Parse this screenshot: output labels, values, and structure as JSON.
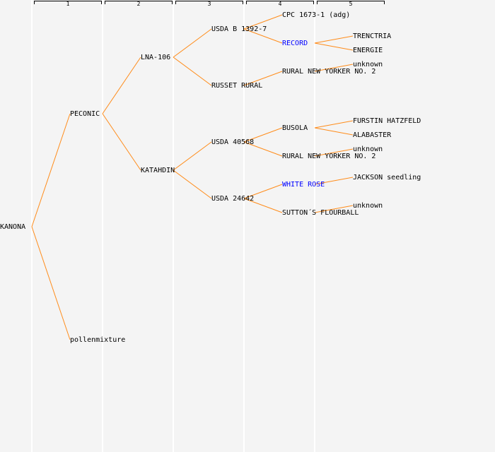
{
  "generations": [
    "1",
    "2",
    "3",
    "4",
    "5"
  ],
  "colors": {
    "line": "#ff8c1a",
    "link": "#0000ff",
    "text": "#000000"
  },
  "nodes": [
    {
      "label": "KANONA",
      "gen": 0,
      "parent": null
    },
    {
      "label": "PECONIC",
      "gen": 1,
      "parent": 0
    },
    {
      "label": "pollenmixture",
      "gen": 1,
      "parent": 0
    },
    {
      "label": "LNA-106",
      "gen": 2,
      "parent": 1
    },
    {
      "label": "KATAHDIN",
      "gen": 2,
      "parent": 1
    },
    {
      "label": "USDA B 1392-7",
      "gen": 3,
      "parent": 3
    },
    {
      "label": "RUSSET RURAL",
      "gen": 3,
      "parent": 3
    },
    {
      "label": "USDA 40568",
      "gen": 3,
      "parent": 4
    },
    {
      "label": "USDA 24642",
      "gen": 3,
      "parent": 4
    },
    {
      "label": "CPC 1673-1 (adg)",
      "gen": 4,
      "parent": 5
    },
    {
      "label": "RECORD",
      "gen": 4,
      "parent": 5,
      "link": true
    },
    {
      "label": "RURAL NEW YORKER NO. 2",
      "gen": 4,
      "parent": 6
    },
    {
      "label": "BUSOLA",
      "gen": 4,
      "parent": 7
    },
    {
      "label": "RURAL NEW YORKER NO. 2",
      "gen": 4,
      "parent": 7
    },
    {
      "label": "WHITE ROSE",
      "gen": 4,
      "parent": 8,
      "link": true
    },
    {
      "label": "SUTTON´S FLOURBALL",
      "gen": 4,
      "parent": 8
    },
    {
      "label": "TRENCTRIA",
      "gen": 5,
      "parent": 10
    },
    {
      "label": "ENERGIE",
      "gen": 5,
      "parent": 10
    },
    {
      "label": "unknown",
      "gen": 5,
      "parent": 11
    },
    {
      "label": "FURSTIN HATZFELD",
      "gen": 5,
      "parent": 12
    },
    {
      "label": "ALABASTER",
      "gen": 5,
      "parent": 12
    },
    {
      "label": "unknown",
      "gen": 5,
      "parent": 13
    },
    {
      "label": "JACKSON seedling",
      "gen": 5,
      "parent": 14
    },
    {
      "label": "unknown",
      "gen": 5,
      "parent": 15
    }
  ]
}
